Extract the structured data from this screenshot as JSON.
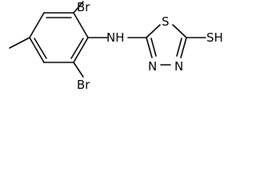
{
  "molecule": {
    "atoms": {
      "br_top": "Br",
      "br_bottom": "Br",
      "nh": "NH",
      "ring_s": "S",
      "n3": "N",
      "n4": "N",
      "sh": "SH"
    }
  }
}
